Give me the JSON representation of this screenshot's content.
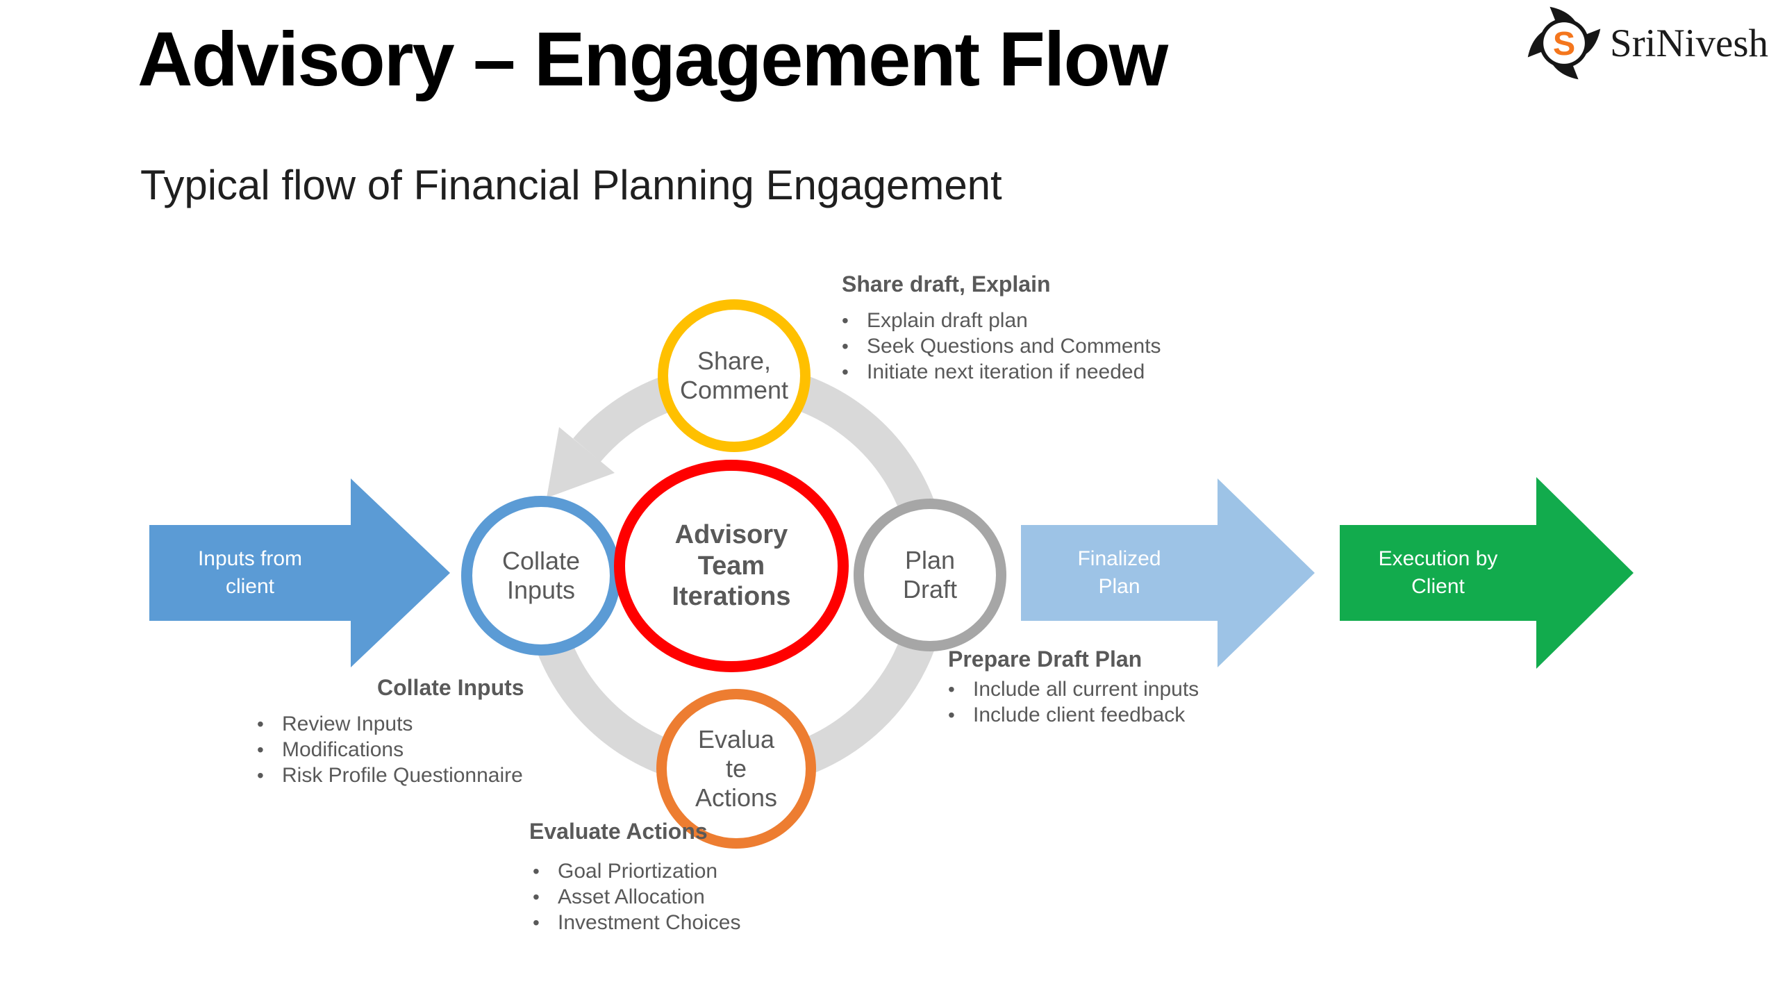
{
  "header": {
    "title": "Advisory – Engagement Flow",
    "subtitle": "Typical flow of Financial Planning Engagement",
    "brand": "SriNivesh",
    "brand_monogram": "S"
  },
  "bullet": "•",
  "colors": {
    "input_arrow": "#5b9bd5",
    "finalized_arrow": "#9dc3e6",
    "execution_arrow": "#12ab4d",
    "cycle_ring": "#d9d9d9",
    "share_circle": "#ffc000",
    "collate_circle": "#5b9bd5",
    "advisory_circle": "#ff0000",
    "plan_circle": "#a6a6a6",
    "evaluate_circle": "#ed7d31",
    "text_gray": "#595959",
    "logo_orange": "#f4761d"
  },
  "flow": {
    "input_arrow": "Inputs from\nclient",
    "finalized_arrow": "Finalized\nPlan",
    "execution_arrow": "Execution by\nClient",
    "circles": {
      "share": "Share,\nComment",
      "collate": "Collate\nInputs",
      "advisory": "Advisory\nTeam\nIterations",
      "plan": "Plan\nDraft",
      "evaluate": "Evalua\nte\nActions"
    }
  },
  "callouts": {
    "share": {
      "heading": "Share draft, Explain",
      "items": [
        "Explain draft plan",
        "Seek Questions and Comments",
        "Initiate next iteration if needed"
      ]
    },
    "prepare": {
      "heading": "Prepare Draft Plan",
      "items": [
        "Include all current inputs",
        "Include client feedback"
      ]
    },
    "collate": {
      "heading": "Collate Inputs",
      "items": [
        "Review Inputs",
        "Modifications",
        "Risk Profile Questionnaire"
      ]
    },
    "evaluate": {
      "heading": "Evaluate Actions",
      "items": [
        "Goal Priortization",
        "Asset Allocation",
        "Investment Choices"
      ]
    }
  }
}
